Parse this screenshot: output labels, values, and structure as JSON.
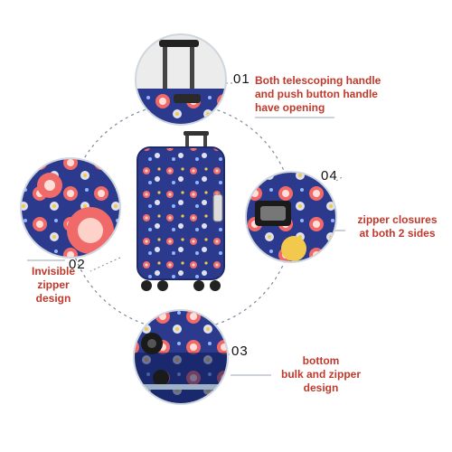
{
  "callouts": [
    {
      "number": "01",
      "lines": [
        "Both telescoping handle",
        "and push button handle",
        "have opening"
      ]
    },
    {
      "number": "02",
      "lines": [
        "Invisible",
        "zipper",
        "design"
      ]
    },
    {
      "number": "03",
      "lines": [
        "bottom",
        "bulk and zipper design"
      ]
    },
    {
      "number": "04",
      "lines": [
        "zipper closures",
        "at both 2 sides"
      ]
    }
  ],
  "colors": {
    "accent_text": "#c0392b",
    "cover_blue": "#2b3a8c",
    "dashed_line": "#7d8a9c"
  }
}
